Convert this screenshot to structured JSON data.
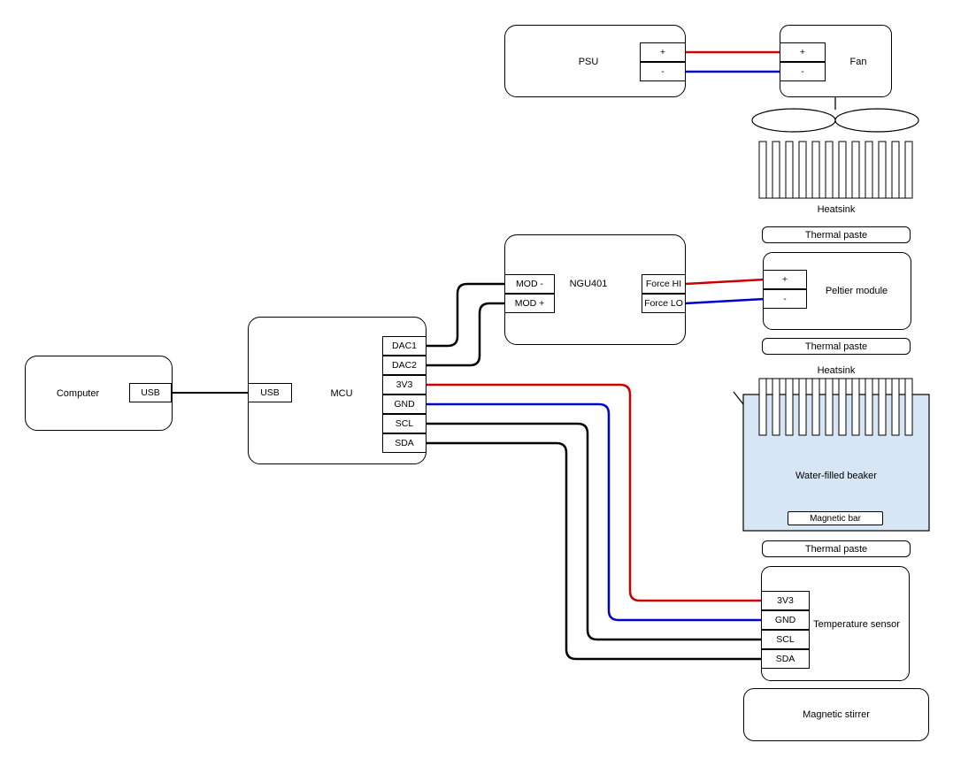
{
  "nodes": {
    "computer": {
      "label": "Computer",
      "usb_port": "USB"
    },
    "mcu": {
      "label": "MCU",
      "usb_port": "USB",
      "ports": {
        "dac1": "DAC1",
        "dac2": "DAC2",
        "v3v3": "3V3",
        "gnd": "GND",
        "scl": "SCL",
        "sda": "SDA"
      }
    },
    "ngu401": {
      "label": "NGU401",
      "mod_minus": "MOD -",
      "mod_plus": "MOD +",
      "force_hi": "Force HI",
      "force_lo": "Force LO"
    },
    "psu": {
      "label": "PSU",
      "plus": "+",
      "minus": "-"
    },
    "fan": {
      "label": "Fan",
      "plus": "+",
      "minus": "-"
    },
    "heatsink_top": {
      "label": "Heatsink"
    },
    "thermal_paste_top": {
      "label": "Thermal paste"
    },
    "peltier": {
      "label": "Peltier module",
      "plus": "+",
      "minus": "-"
    },
    "thermal_paste_mid": {
      "label": "Thermal paste"
    },
    "heatsink_bottom": {
      "label": "Heatsink"
    },
    "beaker": {
      "label": "Water-filled beaker",
      "magnetic_bar": "Magnetic bar"
    },
    "thermal_paste_bottom": {
      "label": "Thermal paste"
    },
    "temperature_sensor": {
      "label": "Temperature sensor",
      "ports": {
        "v3v3": "3V3",
        "gnd": "GND",
        "scl": "SCL",
        "sda": "SDA"
      }
    },
    "magnetic_stirrer": {
      "label": "Magnetic stirrer"
    }
  },
  "connections": [
    {
      "from": "PSU +",
      "to": "Fan +",
      "color": "red"
    },
    {
      "from": "PSU -",
      "to": "Fan -",
      "color": "blue"
    },
    {
      "from": "Computer USB",
      "to": "MCU USB",
      "color": "black"
    },
    {
      "from": "MCU DAC1",
      "to": "NGU401 MOD -",
      "color": "black"
    },
    {
      "from": "MCU DAC2",
      "to": "NGU401 MOD +",
      "color": "black"
    },
    {
      "from": "NGU401 Force HI",
      "to": "Peltier module +",
      "color": "red"
    },
    {
      "from": "NGU401 Force LO",
      "to": "Peltier module -",
      "color": "blue"
    },
    {
      "from": "MCU 3V3",
      "to": "Temperature sensor 3V3",
      "color": "red"
    },
    {
      "from": "MCU GND",
      "to": "Temperature sensor GND",
      "color": "blue"
    },
    {
      "from": "MCU SCL",
      "to": "Temperature sensor SCL",
      "color": "black"
    },
    {
      "from": "MCU SDA",
      "to": "Temperature sensor SDA",
      "color": "black"
    }
  ],
  "colors": {
    "positive_wire": "#cc0000",
    "negative_wire": "#0000cc",
    "signal_wire": "#000000",
    "water_fill": "#d7e6f4"
  }
}
